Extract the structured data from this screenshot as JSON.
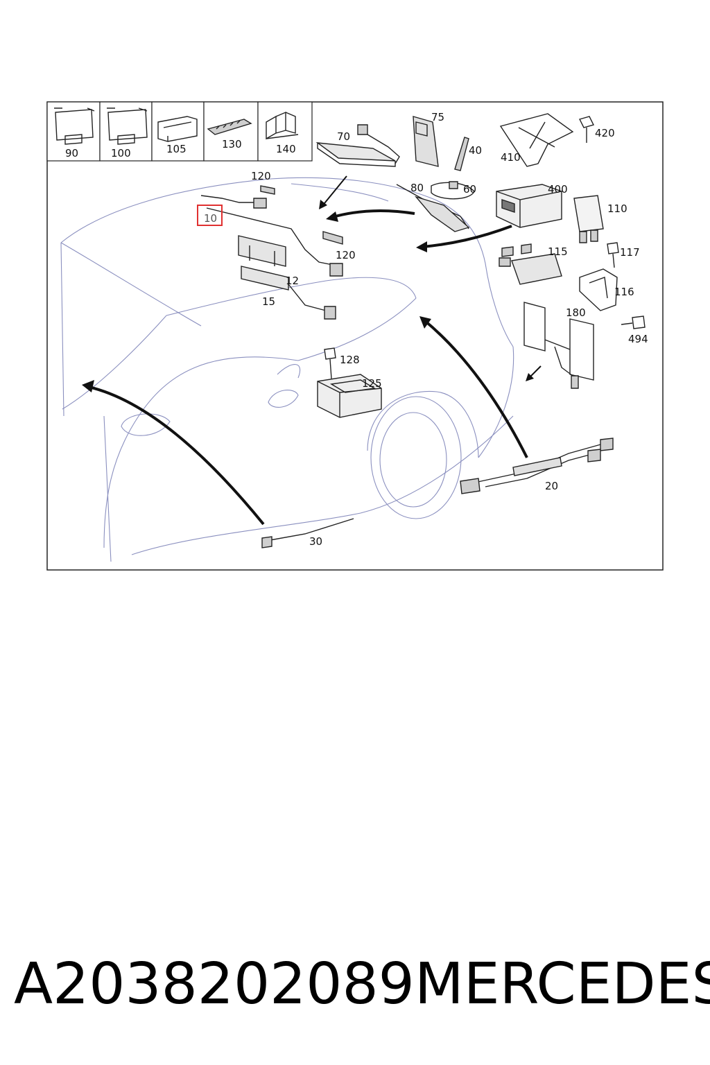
{
  "diagram": {
    "thumbnails": [
      "90",
      "100",
      "105",
      "130",
      "140"
    ],
    "callouts": [
      "10",
      "12",
      "15",
      "20",
      "30",
      "40",
      "60",
      "70",
      "75",
      "80",
      "110",
      "115",
      "116",
      "117",
      "120",
      "120",
      "125",
      "128",
      "180",
      "400",
      "410",
      "420",
      "494"
    ],
    "highlighted_callout": "10",
    "highlight_color": "#e03030"
  },
  "caption": {
    "part_number": "A2038202089",
    "brand": "MERCEDES"
  }
}
